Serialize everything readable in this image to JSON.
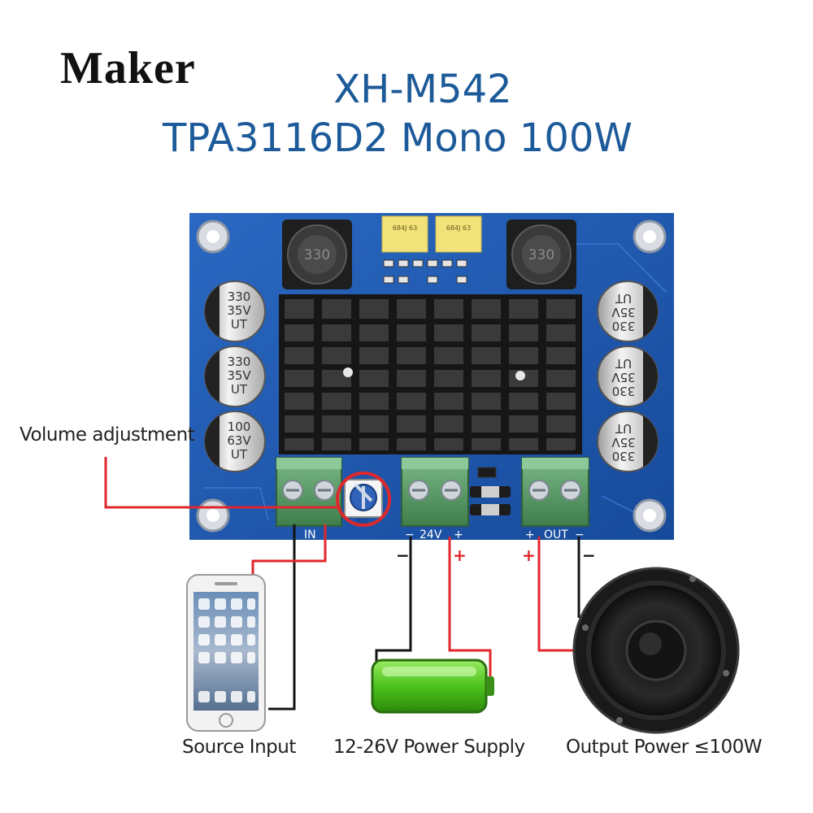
{
  "header": {
    "brand": "Maker",
    "model": "XH-M542",
    "subtitle": "TPA3116D2 Mono 100W"
  },
  "board": {
    "inductor_left_marking": "330",
    "inductor_right_marking": "330",
    "film_cap_left_marking": "684J 63",
    "film_cap_right_marking": "684J 63",
    "cap_left_top": [
      "330",
      "35V",
      "UT"
    ],
    "cap_left_middle": [
      "330",
      "35V",
      "UT"
    ],
    "cap_left_bottom": [
      "100",
      "63V",
      "UT"
    ],
    "cap_right_top": [
      "330",
      "35V",
      "UT"
    ],
    "cap_right_middle": [
      "330",
      "35V",
      "UT"
    ],
    "cap_right_bottom": [
      "330",
      "35V",
      "UT"
    ],
    "silkscreen_in": "IN",
    "silkscreen_power": "24V",
    "silkscreen_out": "OUT",
    "silkscreen_minus": "−",
    "silkscreen_plus": "+",
    "pot_marking": "B01"
  },
  "labels": {
    "volume": "Volume adjustment",
    "source": "Source Input",
    "power": "12-26V Power Supply",
    "output": "Output Power ≤100W",
    "wire_minus": "−",
    "wire_plus": "+"
  },
  "colors": {
    "title_blue": "#1d5a99",
    "pcb_blue": "#1f5ab0",
    "heatsink": "#161616",
    "terminal_green": "#5fa06b",
    "wire_red": "#e0272b",
    "wire_black": "#141414",
    "battery_green": "#4cc21c"
  }
}
